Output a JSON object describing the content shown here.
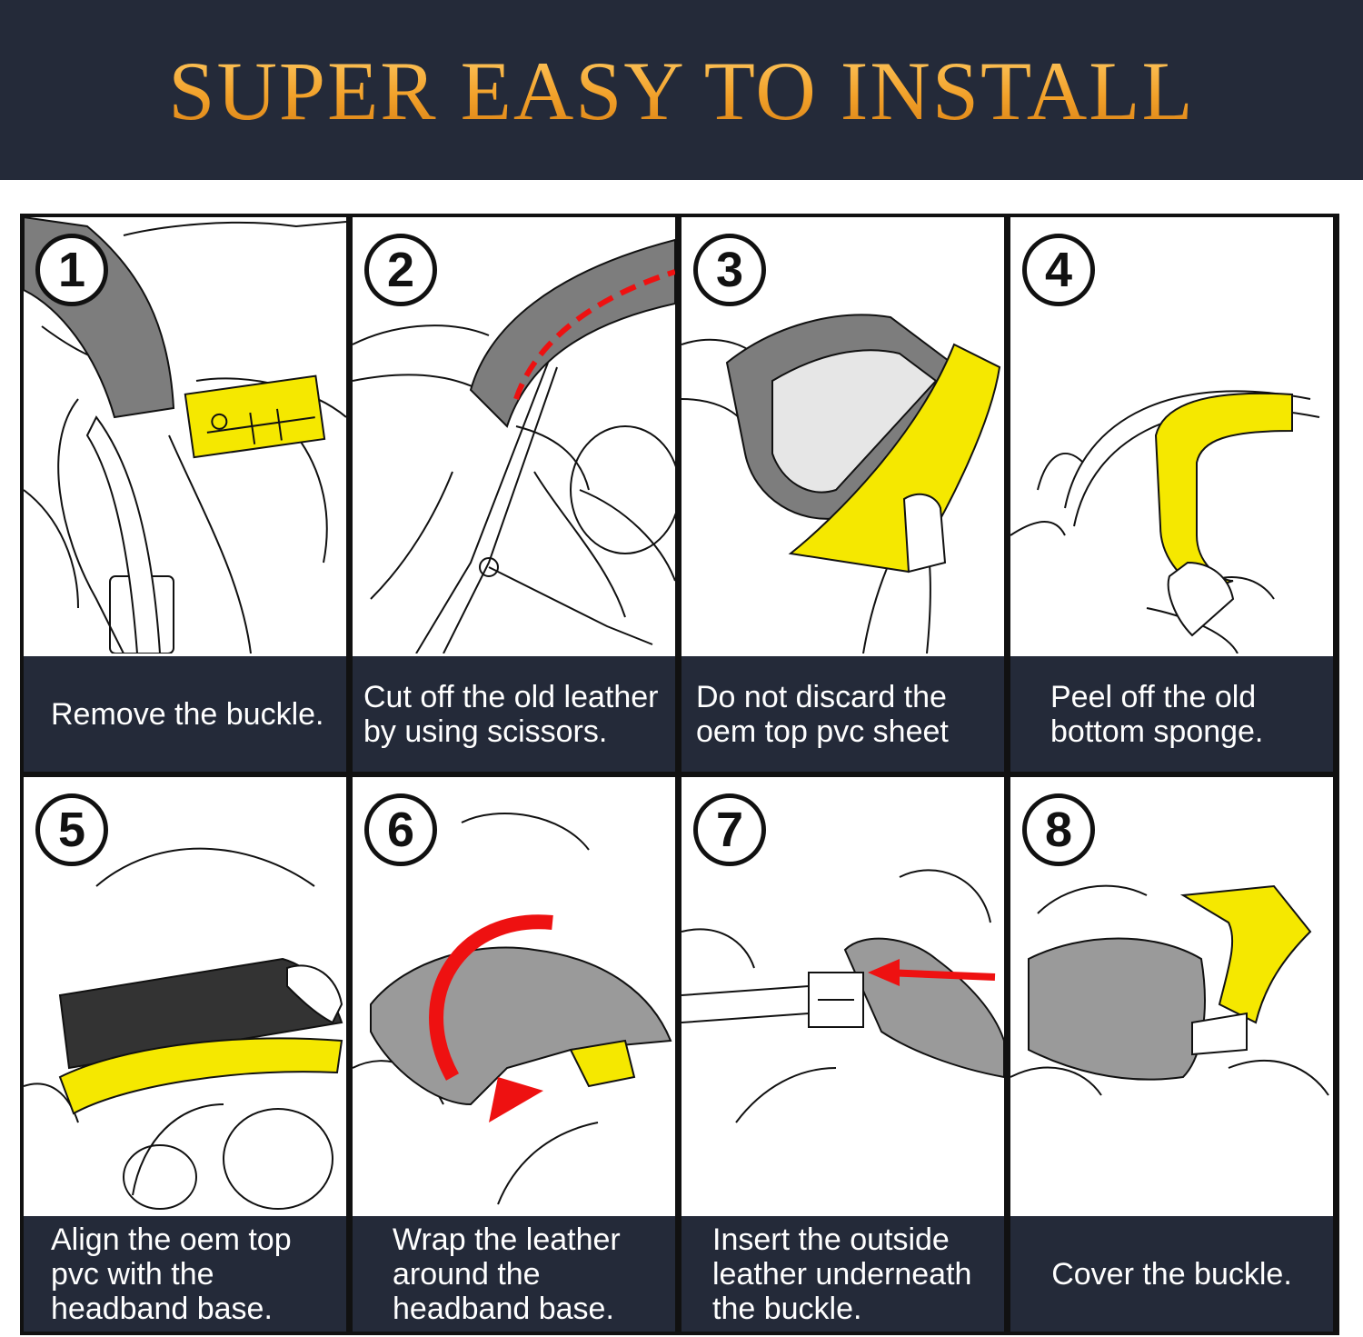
{
  "header": {
    "title": "SUPER EASY TO INSTALL"
  },
  "colors": {
    "header_bg": "#242a39",
    "title_gold": "#f2a12a",
    "caption_bg": "#242a39",
    "yellow": "#f5e800",
    "gray": "#7d7d7d"
  },
  "steps": [
    {
      "number": "1",
      "caption": "Remove the buckle."
    },
    {
      "number": "2",
      "caption": "Cut off the old leather\nby using scissors."
    },
    {
      "number": "3",
      "caption": "Do not discard the\noem top pvc sheet"
    },
    {
      "number": "4",
      "caption": "Peel off the old\nbottom sponge."
    },
    {
      "number": "5",
      "caption": "Align the oem top\npvc with the\nheadband base."
    },
    {
      "number": "6",
      "caption": "Wrap the leather\naround the\nheadband base."
    },
    {
      "number": "7",
      "caption": "Insert the outside\nleather underneath\nthe buckle."
    },
    {
      "number": "8",
      "caption": "Cover the buckle."
    }
  ]
}
